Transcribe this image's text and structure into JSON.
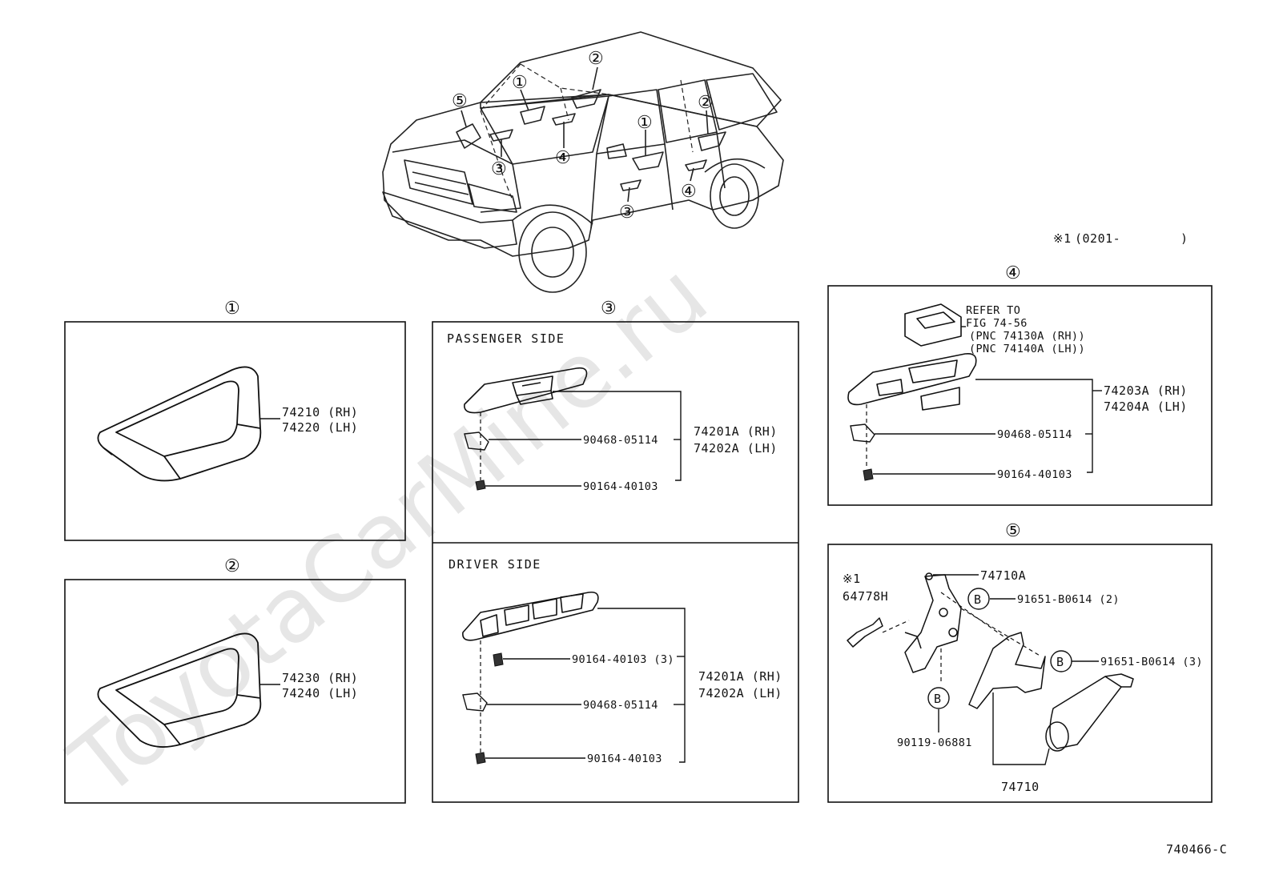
{
  "watermark": "ToyotaCarMine.ru",
  "note": {
    "mark": "※1",
    "range": "(0201-",
    "close": ")"
  },
  "diagram_id": "740466-C",
  "callouts": {
    "c1": "①",
    "c2": "②",
    "c3": "③",
    "c4": "④",
    "c5": "⑤"
  },
  "panel1": {
    "parts": [
      "74210 (RH)",
      "74220 (LH)"
    ]
  },
  "panel2": {
    "parts": [
      "74230 (RH)",
      "74240 (LH)"
    ]
  },
  "panel3a": {
    "header": "PASSENGER SIDE",
    "p1": "90468-05114",
    "p2": "90164-40103",
    "rh": "74201A (RH)",
    "lh": "74202A (LH)"
  },
  "panel3b": {
    "header": "DRIVER SIDE",
    "p1": "90164-40103 (3)",
    "p2": "90468-05114",
    "p3": "90164-40103",
    "rh": "74201A (RH)",
    "lh": "74202A (LH)"
  },
  "panel4": {
    "refer": [
      "REFER TO",
      "FIG 74-56",
      "(PNC 74130A (RH))",
      "(PNC 74140A (LH))"
    ],
    "rh": "74203A (RH)",
    "lh": "74204A (LH)",
    "p1": "90468-05114",
    "p2": "90164-40103"
  },
  "panel5": {
    "note_mark": "※1",
    "p64778": "64778H",
    "p74710A": "74710A",
    "b": "B",
    "p91651_2": "91651-B0614 (2)",
    "p91651_3": "91651-B0614 (3)",
    "p90119": "90119-06881",
    "p74710": "74710"
  }
}
